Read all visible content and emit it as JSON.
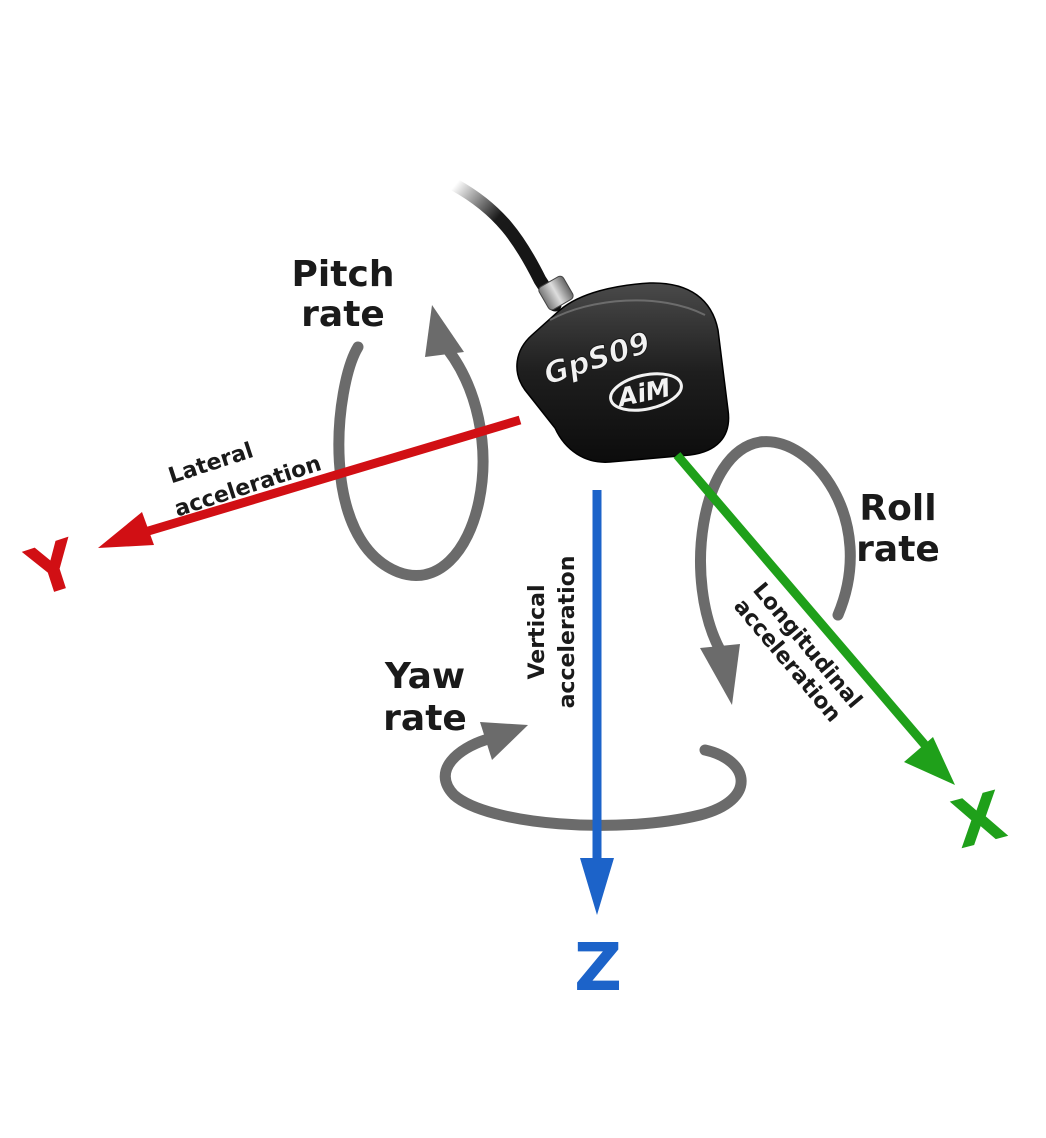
{
  "device": {
    "model_label": "GpS09",
    "brand_label": "AiM"
  },
  "axes": {
    "y": {
      "letter": "Y",
      "label_line1": "Lateral",
      "label_line2": "acceleration",
      "color": "#d10f14"
    },
    "z": {
      "letter": "Z",
      "label_line1": "Vertical",
      "label_line2": "acceleration",
      "color": "#1c63c9"
    },
    "x": {
      "letter": "X",
      "label_line1": "Longitudinal",
      "label_line2": "acceleration",
      "color": "#1fa01a"
    }
  },
  "rotations": {
    "pitch": {
      "line1": "Pitch",
      "line2": "rate"
    },
    "roll": {
      "line1": "Roll",
      "line2": "rate"
    },
    "yaw": {
      "line1": "Yaw",
      "line2": "rate"
    },
    "arrow_color": "#6b6b6b"
  }
}
